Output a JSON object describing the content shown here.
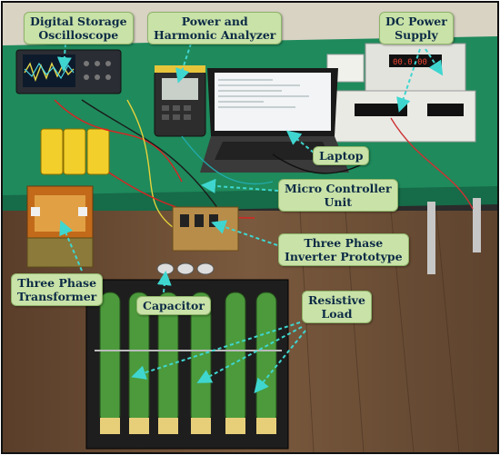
{
  "labels": {
    "oscilloscope": {
      "line1": "Digital Storage",
      "line2": "Oscilloscope"
    },
    "power_analyzer": {
      "line1": "Power and",
      "line2": "Harmonic Analyzer"
    },
    "dc_supply": {
      "line1": "DC Power",
      "line2": "Supply"
    },
    "laptop": {
      "line1": "Laptop"
    },
    "mcu": {
      "line1": "Micro Controller",
      "line2": "Unit"
    },
    "inverter": {
      "line1": "Three Phase",
      "line2": "Inverter Prototype"
    },
    "transformer": {
      "line1": "Three Phase",
      "line2": "Transformer"
    },
    "capacitor": {
      "line1": "Capacitor"
    },
    "resistive_load": {
      "line1": "Resistive",
      "line2": "Load"
    }
  },
  "colors": {
    "callout_fill": "#c9e2a8",
    "callout_border": "#8fb46a",
    "callout_text": "#0c2b45",
    "arrow": "#3fd6d0",
    "bench_green": "#1f8a5c",
    "floor_wood": "#6b4c33"
  }
}
